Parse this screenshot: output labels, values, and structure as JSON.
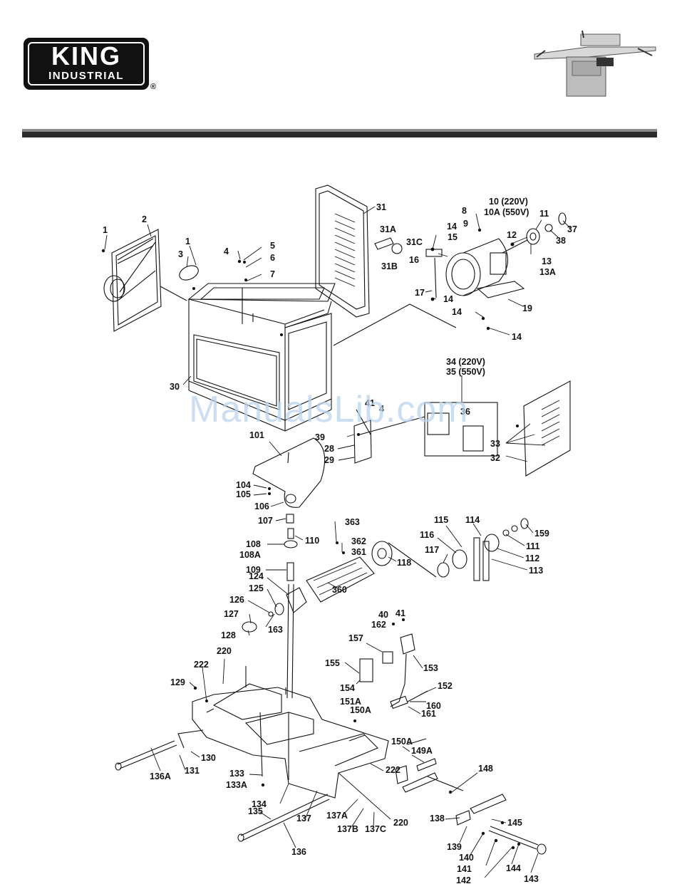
{
  "header": {
    "logo_main": "KING",
    "logo_sub": "INDUSTRIAL",
    "logo_mark": "®"
  },
  "watermark": "ManualsLib.com",
  "colors": {
    "ink": "#111111",
    "bar_light": "#8a8a8a",
    "bar_dark": "#2b2b2b",
    "watermark": "#bcd4ee"
  },
  "callouts": [
    "1",
    "2",
    "1",
    "3",
    "4",
    "5",
    "6",
    "7",
    "30",
    "31",
    "31A",
    "31C",
    "31B",
    "8",
    "9",
    "10 (220V)",
    "10A (550V)",
    "11",
    "37",
    "12",
    "38",
    "13",
    "13A",
    "14",
    "15",
    "16",
    "17",
    "14",
    "19",
    "14",
    "14",
    "34 (220V)",
    "35 (550V)",
    "41",
    "4",
    "36",
    "33",
    "32",
    "39",
    "28",
    "29",
    "101",
    "104",
    "105",
    "106",
    "107",
    "110",
    "108",
    "108A",
    "109",
    "363",
    "362",
    "361",
    "118",
    "360",
    "115",
    "116",
    "114",
    "159",
    "117",
    "111",
    "112",
    "113",
    "124",
    "125",
    "126",
    "127",
    "128",
    "163",
    "40",
    "41",
    "162",
    "157",
    "155",
    "153",
    "154",
    "152",
    "160",
    "161",
    "151A",
    "150A",
    "220",
    "222",
    "129",
    "136A",
    "131",
    "130",
    "133",
    "133A",
    "134",
    "150A",
    "149A",
    "222",
    "148",
    "135",
    "136",
    "137",
    "137A",
    "137B",
    "137C",
    "220",
    "138",
    "145",
    "139",
    "140",
    "141",
    "142",
    "144",
    "143"
  ]
}
